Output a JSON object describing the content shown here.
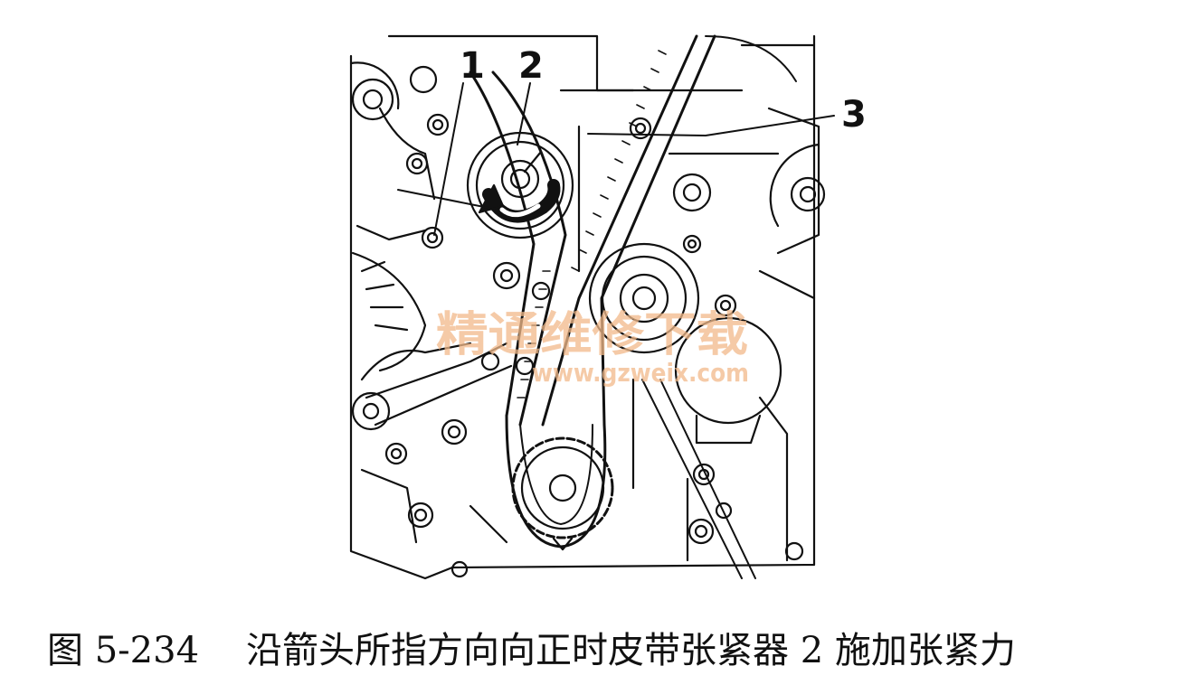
{
  "callouts": {
    "label_1": "1",
    "label_2": "2",
    "label_3": "3"
  },
  "watermark": {
    "text": "精通维修下载",
    "url": "www.gzweix.com"
  },
  "caption": {
    "figure_number": "图 5-234",
    "text": "沿箭头所指方向向正时皮带张紧器 2 施加张紧力"
  },
  "colors": {
    "line": "#111111",
    "watermark": "#f2b98a",
    "background": "#ffffff"
  }
}
